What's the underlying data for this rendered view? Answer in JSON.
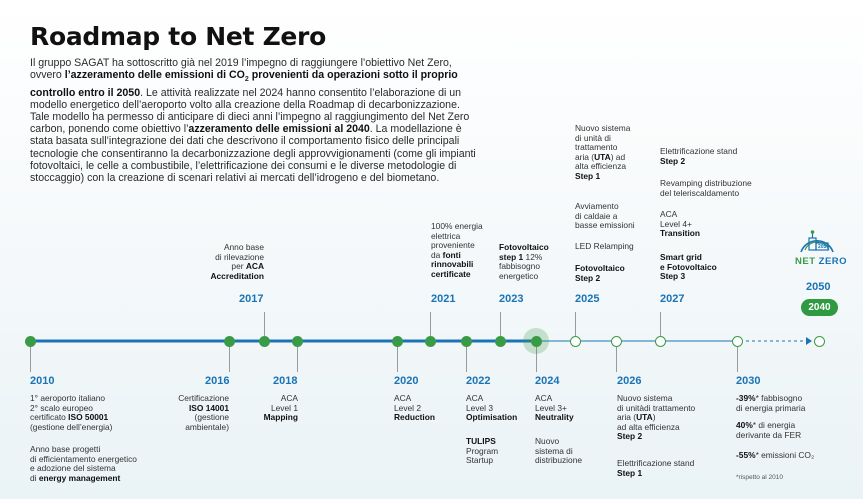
{
  "title": "Roadmap to Net Zero",
  "intro": [
    [
      "Il gruppo SAGAT ha sottoscritto già nel 2019 l’impegno di raggiungere l’obiettivo Net Zero,"
    ],
    [
      "ovvero ",
      "l’azzeramento delle emissioni di CO",
      "2",
      " provenienti da operazioni sotto il proprio"
    ],
    [
      "controllo entro il 2050",
      ". Le attività realizzate nel 2024 hanno consentito l’elaborazione di un"
    ],
    [
      "modello energetico dell’aeroporto volto alla creazione della Roadmap di decarbonizzazione."
    ],
    [
      "Tale modello ha permesso di anticipare di dieci anni l’impegno al raggiungimento del Net Zero"
    ],
    [
      "carbon, ponendo come obiettivo l’",
      "azzeramento delle emissioni al 2040",
      ". La modellazione è"
    ],
    [
      "stata basata sull’integrazione dei dati che descrivono il comportamento fisico delle principali"
    ],
    [
      "tecnologie che consentiranno la decarbonizzazione degli approvvigionamenti (come gli impianti"
    ],
    [
      "fotovoltaici, le celle a combustibile, l’elettrificazione dei consumi e le diverse metodologie di"
    ],
    [
      "stoccaggio) con la creazione di scenari relativi ai mercati dell’idrogeno e del biometano."
    ]
  ],
  "colors": {
    "green": "#3a9b46",
    "blue": "#1a73b5",
    "dark_green": "#2f9a42"
  },
  "years": {
    "y2010": "2010",
    "y2016": "2016",
    "y2017": "2017",
    "y2018": "2018",
    "y2020": "2020",
    "y2021": "2021",
    "y2022": "2022",
    "y2023": "2023",
    "y2024": "2024",
    "y2025": "2025",
    "y2026": "2026",
    "y2027": "2027",
    "y2030": "2030",
    "y2050": "2050",
    "y2040": "2040"
  },
  "below": {
    "e2010_a": [
      "1° aeroporto italiano",
      "2° scalo europeo",
      "certificato |ISO 50001|",
      "(gestione dell’energia)"
    ],
    "e2010_b": [
      "Anno base progetti",
      "di efficientamento energetico",
      "e adozione del sistema",
      "di |energy management|"
    ],
    "e2016": [
      "Certificazione",
      "|ISO 14001|",
      "(gestione",
      "ambientale)"
    ],
    "e2018": [
      "ACA",
      "Level 1",
      "|Mapping|"
    ],
    "e2020": [
      "ACA",
      "Level 2",
      "|Reduction|"
    ],
    "e2022_a": [
      "ACA",
      "Level 3",
      "|Optimisation|"
    ],
    "e2022_b": [
      "|TULIPS|",
      "Program",
      "Startup"
    ],
    "e2024_a": [
      "ACA",
      "Level 3+",
      "|Neutrality|"
    ],
    "e2024_b": [
      "Nuovo",
      "sistema di",
      "distribuzione"
    ],
    "e2026_a": [
      "Nuovo sistema",
      "di unitàdi trattamento",
      "aria (|UTA|)",
      "ad alta efficienza",
      "|Step 2|"
    ],
    "e2026_b": [
      "Elettrificazione stand",
      "|Step 1|"
    ],
    "e2030_a": [
      "|-39%|* fabbisogno",
      "di energia primaria"
    ],
    "e2030_b": [
      "|40%|* di energia",
      "derivante da FER"
    ],
    "e2030_c": [
      "|-55%|* emissioni CO₂"
    ],
    "footnote": "*rispetto al 2010"
  },
  "above": {
    "e2017": [
      "Anno base",
      "di rilevazione",
      "per |ACA|",
      "|Accreditation|"
    ],
    "e2021": [
      "100% energia",
      "elettrica",
      "proveniente",
      "da |fonti|",
      "|rinnovabili|",
      "|certificate|"
    ],
    "e2023": [
      "|Fotovoltaico|",
      "|step 1| 12%",
      "fabbisogno",
      "energetico"
    ],
    "e2025_a": [
      "Nuovo sistema",
      "di unità di",
      "trattamento",
      "aria (|UTA|) ad",
      "alta efficienza",
      "|Step 1|"
    ],
    "e2025_b": [
      "Avviamento",
      "di caldaie a",
      "basse emissioni"
    ],
    "e2025_c": [
      "LED Relamping"
    ],
    "e2025_d": [
      "|Fotovoltaico|",
      "|Step 2|"
    ],
    "e2027_a": [
      "Elettrificazione stand",
      "|Step 2|"
    ],
    "e2027_b": [
      "Revamping distribuzione",
      "del teleriscaldamento"
    ],
    "e2027_c": [
      "ACA",
      "Level 4+",
      "|Transition|"
    ],
    "e2027_d": [
      "|Smart grid|",
      "|e Fotovoltaico|",
      "|Step 3|"
    ]
  },
  "badge": {
    "net": "NET",
    "zero": "ZERO",
    "year": "2050"
  },
  "timeline_points": [
    "2010",
    "2016",
    "2017",
    "2018",
    "2020",
    "2021",
    "2022",
    "2023",
    "2024",
    "2025",
    "2026",
    "2027",
    "2030",
    "2050"
  ]
}
